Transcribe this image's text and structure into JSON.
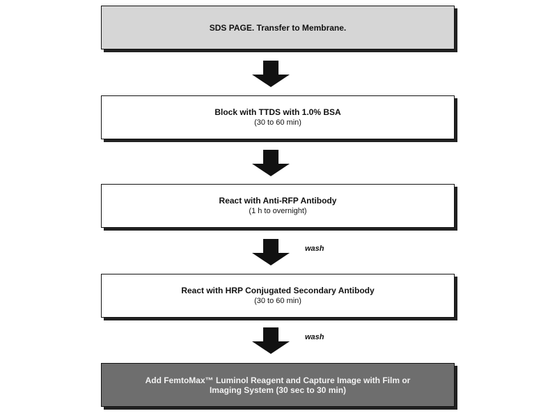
{
  "steps": [
    {
      "title": "SDS PAGE.  Transfer to Membrane.",
      "sub": ""
    },
    {
      "title": "Block with TTDS with 1.0% BSA",
      "sub": "(30 to 60 min)"
    },
    {
      "title": "React with Anti-RFP Antibody",
      "sub": "(1 h to overnight)"
    },
    {
      "title": "React with HRP Conjugated Secondary Antibody",
      "sub": "(30 to 60 min)"
    },
    {
      "title": "Add FemtoMax™ Luminol Reagent and Capture Image with Film or",
      "sub": "Imaging System (30 sec to 30 min)"
    }
  ],
  "wash_labels": [
    "wash",
    "wash"
  ],
  "colors": {
    "box_gray": "#d6d6d6",
    "box_dark": "#6e6e6e",
    "arrow": "#111111"
  }
}
